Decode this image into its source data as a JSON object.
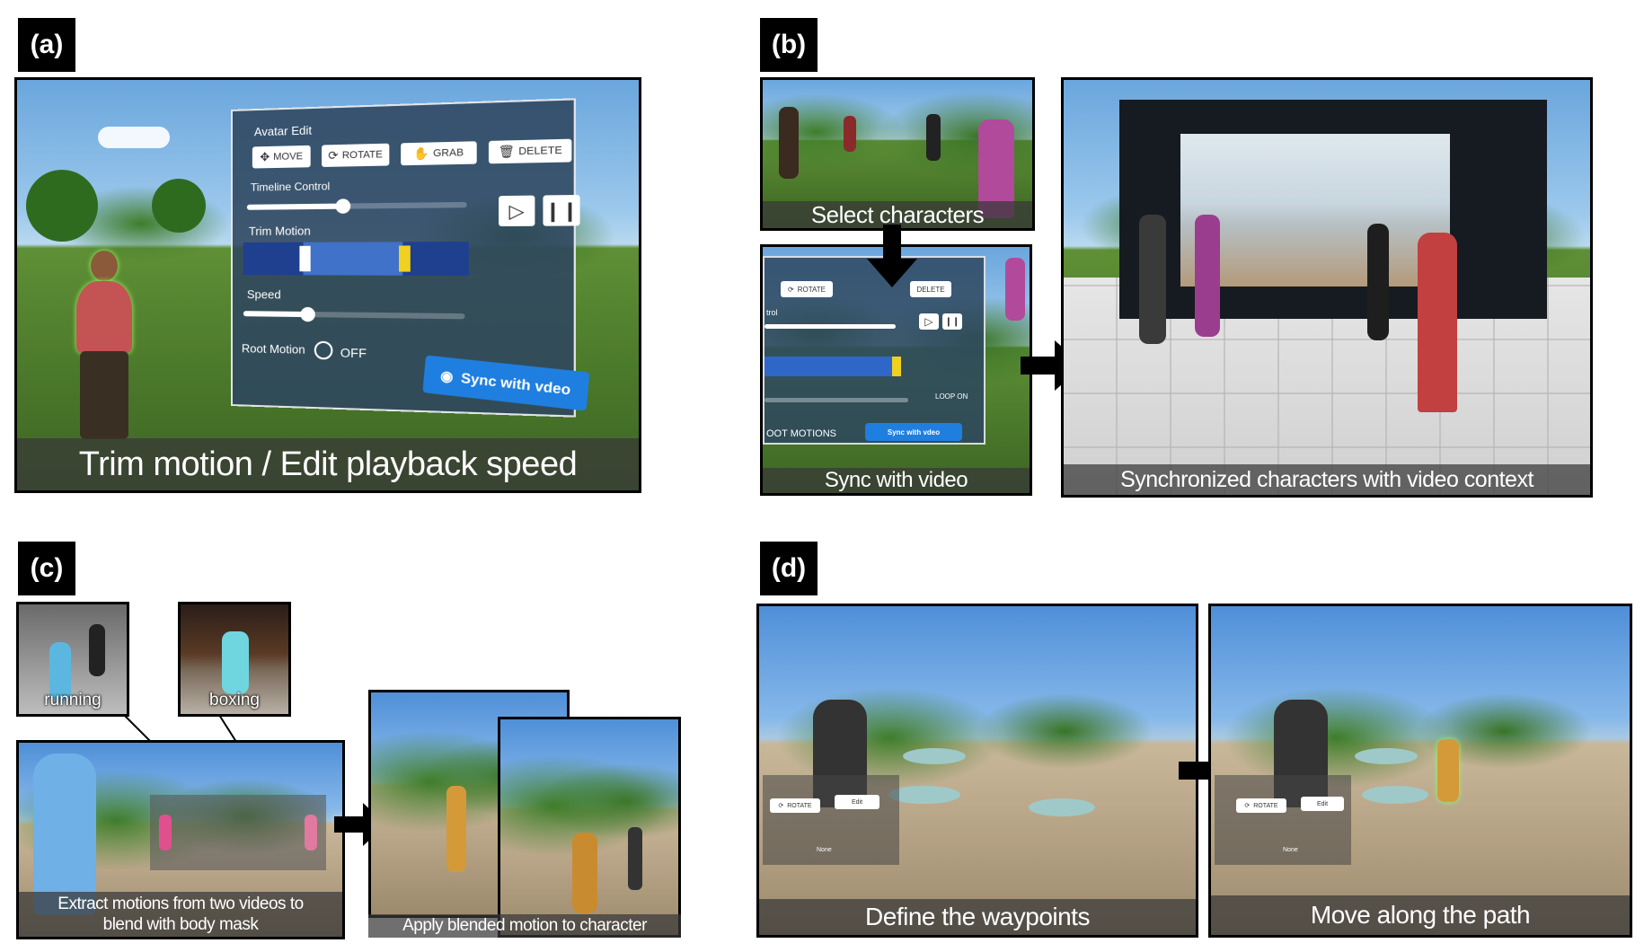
{
  "labels": {
    "a": "(a)",
    "b": "(b)",
    "c": "(c)",
    "d": "(d)"
  },
  "panel_a": {
    "caption": "Trim motion / Edit playback speed",
    "ui": {
      "title": "Avatar Edit",
      "buttons": {
        "move": "MOVE",
        "rotate": "ROTATE",
        "grab": "GRAB",
        "delete": "DELETE"
      },
      "timeline_label": "Timeline Control",
      "trim_label": "Trim Motion",
      "speed_label": "Speed",
      "root_motion_label": "Root Motion",
      "root_motion_state": "OFF",
      "sync_label": "Sync with vdeo",
      "timeline_progress": 0.45,
      "speed_value": 0.3
    }
  },
  "panel_b": {
    "caption_select": "Select characters",
    "caption_sync": "Sync with video",
    "caption_result": "Synchronized characters with video context",
    "mini_ui": {
      "rotate": "ROTATE",
      "delete": "DELETE",
      "control": "trol",
      "loop": "LOOP ON",
      "root_motions": "OOT MOTIONS",
      "sync_label": "Sync with vdeo"
    }
  },
  "panel_c": {
    "thumb_running": "running",
    "thumb_boxing": "boxing",
    "caption_extract": "Extract motions from two videos to blend with body mask",
    "caption_apply": "Apply blended motion to character"
  },
  "panel_d": {
    "caption_define": "Define  the waypoints",
    "caption_move": "Move along the path",
    "mini_ui": {
      "rotate": "ROTATE",
      "edit": "Edit",
      "name": "None"
    }
  },
  "colors": {
    "sync_blue": "#1f7fe0",
    "caption_bg": "#373737",
    "badge_bg": "#000000"
  }
}
